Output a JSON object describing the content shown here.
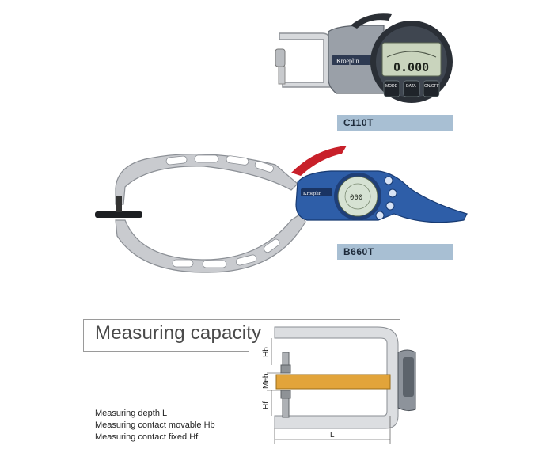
{
  "products": [
    {
      "model": "C110T",
      "brand": "Kroeplin",
      "display": "0.000",
      "buttons": [
        "MODE",
        "DATA",
        "ON/OFF"
      ]
    },
    {
      "model": "B660T",
      "brand": "Kroeplin",
      "display": "000"
    }
  ],
  "section": {
    "title": "Measuring capacity",
    "legend": [
      "Measuring depth  L",
      "Measuring contact movable  Hb",
      "Measuring contact fixed  Hf"
    ]
  },
  "diagram": {
    "labels": {
      "hb": "Hb",
      "meb": "Meb",
      "hf": "Hf",
      "l": "L"
    }
  }
}
